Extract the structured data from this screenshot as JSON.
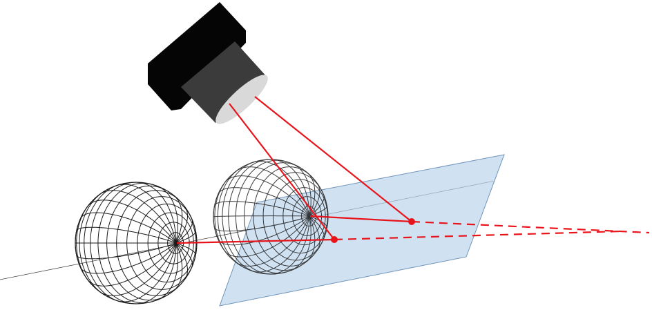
{
  "colors": {
    "ray": "#e8141b",
    "plane_fill": "#bcd5ec",
    "plane_stroke": "#6f93b8",
    "camera_body": "#050505",
    "camera_lens": "#3b3b3b",
    "lens_glass": "#d9d9d9",
    "wireframe": "#1a1a1a"
  },
  "spheres": [
    {
      "name": "left-sphere",
      "meridians": 24,
      "latitude_step_deg": 10
    },
    {
      "name": "right-sphere",
      "meridians": 24,
      "latitude_step_deg": 10
    }
  ]
}
